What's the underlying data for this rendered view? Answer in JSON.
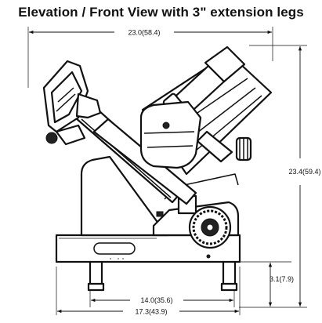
{
  "title": "Elevation / Front View with 3\" extension legs",
  "dimensions": {
    "overall_width": "23.0(58.4)",
    "overall_height": "23.4(59.4)",
    "leg_height": "3.1(7.9)",
    "leg_spacing": "14.0(35.6)",
    "base_width": "17.3(43.9)"
  }
}
